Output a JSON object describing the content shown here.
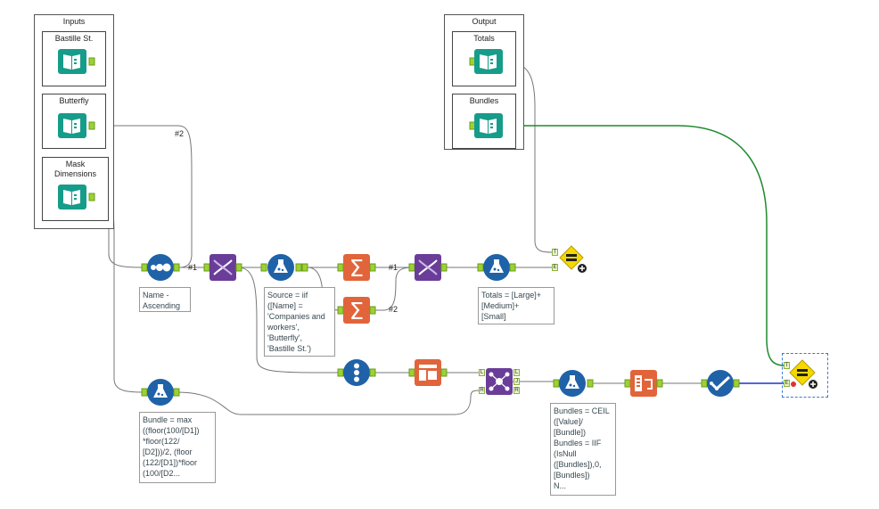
{
  "containers": {
    "inputs": {
      "title": "Inputs"
    },
    "output": {
      "title": "Output"
    }
  },
  "inputs": [
    {
      "label": "Bastille St.",
      "icon": "input-data-book-icon"
    },
    {
      "label": "Butterfly",
      "icon": "input-data-book-icon"
    },
    {
      "label": "Mask\nDimensions",
      "icon": "input-data-book-icon"
    }
  ],
  "outputs": [
    {
      "label": "Totals",
      "icon": "output-data-book-icon"
    },
    {
      "label": "Bundles",
      "icon": "output-data-book-icon"
    }
  ],
  "connection_labels": {
    "butterfly": "#2",
    "sort_join": "#1",
    "sum_to_transpose_1": "#1",
    "sum_to_transpose_2": "#2"
  },
  "annotations": {
    "sort": "Name -\nAscending",
    "formula_source": "Source = iif\n([Name] =\n'Companies and\nworkers',\n'Butterfly',\n'Bastille St.')",
    "formula_totals": "Totals = [Large]+\n[Medium]+\n[Small]",
    "formula_bundle": "Bundle = max\n((floor(100/[D1])\n*floor(122/\n[D2]))/2, (floor\n(122/[D1])*floor\n(100/[D2...",
    "formula_bundles": "Bundles = CEIL\n([Value]/\n[Bundle])\nBundles = IIF\n(IsNull\n([Bundles]),0,\n[Bundles])\nN..."
  },
  "anchors": {
    "test_top_input": "T",
    "test_bottom_input": "E",
    "join_left": "L",
    "join_right": "R",
    "join_out_l": "L",
    "join_out_j": "J",
    "join_out_r": "R"
  },
  "colors": {
    "input_output_teal": "#169c8a",
    "blue_tool": "#1f62a8",
    "purple_tool": "#6a3d99",
    "orange_tool": "#e2643a",
    "test_yellow": "#f5d800",
    "wire_gray": "#777777",
    "wire_green": "#1f8a2e",
    "wire_blue": "#1a33c8"
  }
}
